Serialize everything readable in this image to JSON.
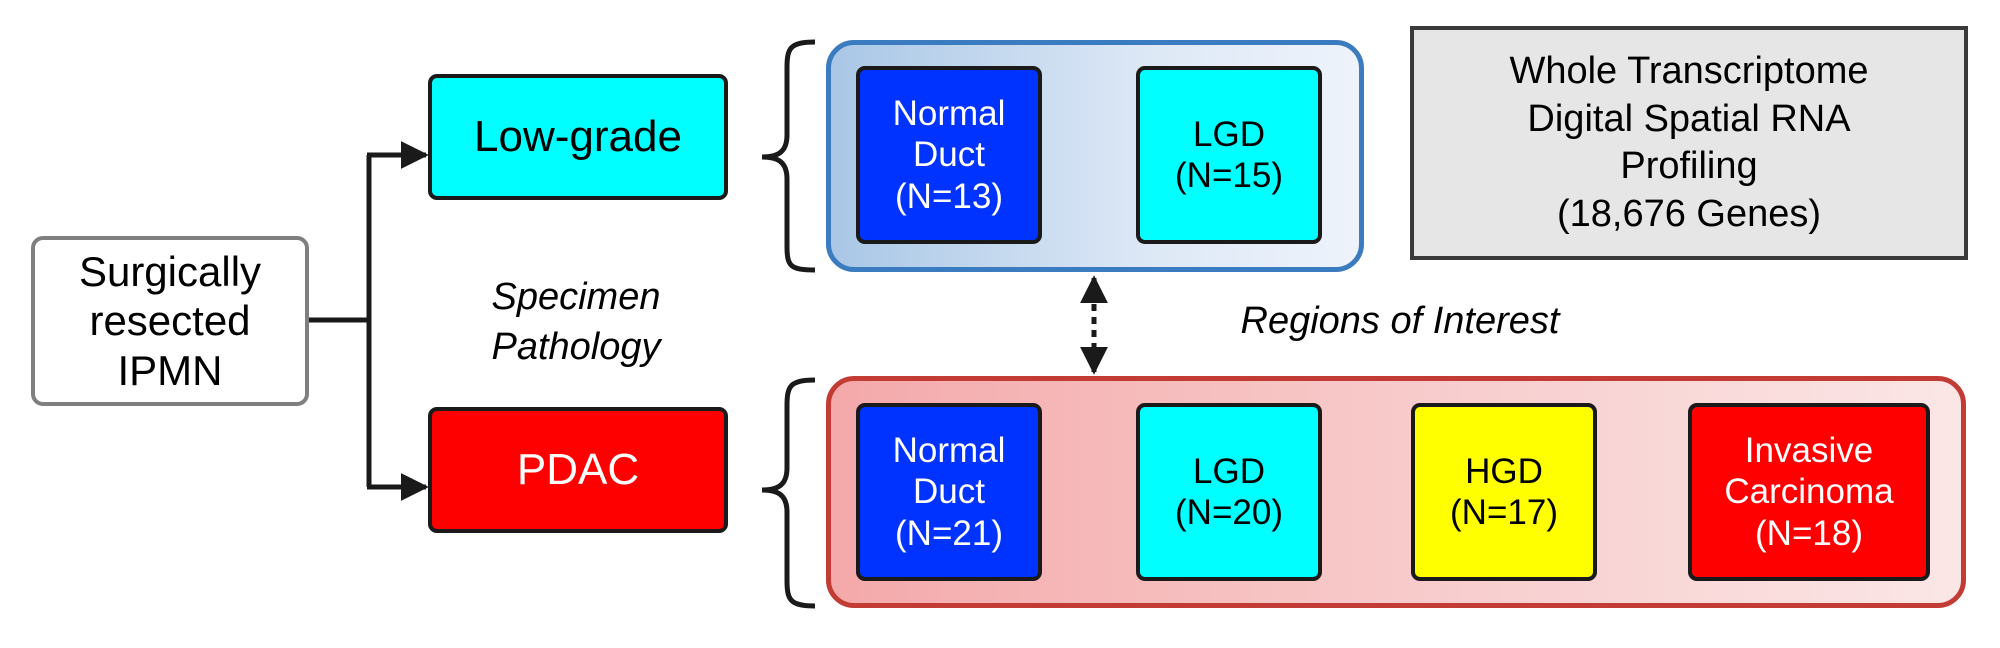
{
  "start_node": {
    "lines": [
      "Surgically",
      "resected",
      "IPMN"
    ]
  },
  "pathology_label": {
    "lines": [
      "Specimen",
      "Pathology"
    ]
  },
  "pathology": {
    "low_grade": "Low-grade",
    "pdac": "PDAC"
  },
  "roi_label": "Regions of Interest",
  "low_grade_rois": [
    {
      "lines": [
        "Normal",
        "Duct",
        "(N=13)"
      ],
      "color": "#0033ff"
    },
    {
      "lines": [
        "LGD",
        "(N=15)"
      ],
      "color": "#00ffff"
    }
  ],
  "pdac_rois": [
    {
      "lines": [
        "Normal",
        "Duct",
        "(N=21)"
      ],
      "color": "#0033ff"
    },
    {
      "lines": [
        "LGD",
        "(N=20)"
      ],
      "color": "#00ffff"
    },
    {
      "lines": [
        "HGD",
        "(N=17)"
      ],
      "color": "#ffff00"
    },
    {
      "lines": [
        "Invasive",
        "Carcinoma",
        "(N=18)"
      ],
      "color": "#ff0000"
    }
  ],
  "profiling": {
    "lines": [
      "Whole Transcriptome",
      "Digital Spatial RNA",
      "Profiling",
      "(18,676 Genes)"
    ]
  },
  "colors": {
    "low_grade_group": "#3b7bbf",
    "pdac_group": "#c23b35"
  }
}
